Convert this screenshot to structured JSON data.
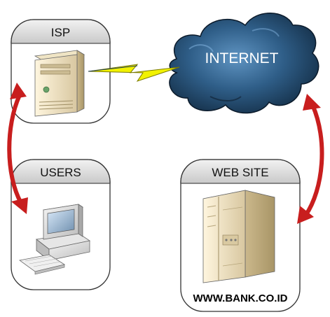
{
  "nodes": {
    "isp": {
      "label": "ISP"
    },
    "users": {
      "label": "USERS"
    },
    "website": {
      "label": "WEB SITE",
      "domain": "WWW.BANK.CO.ID"
    },
    "internet": {
      "label": "INTERNET"
    }
  },
  "colors": {
    "arrow": "#c81e1e",
    "cloud_dark": "#0d2236",
    "cloud_light": "#5a8fbd",
    "lightning": "#f2f200",
    "box_border": "#333333",
    "header_fill": "#d9d9d9"
  }
}
